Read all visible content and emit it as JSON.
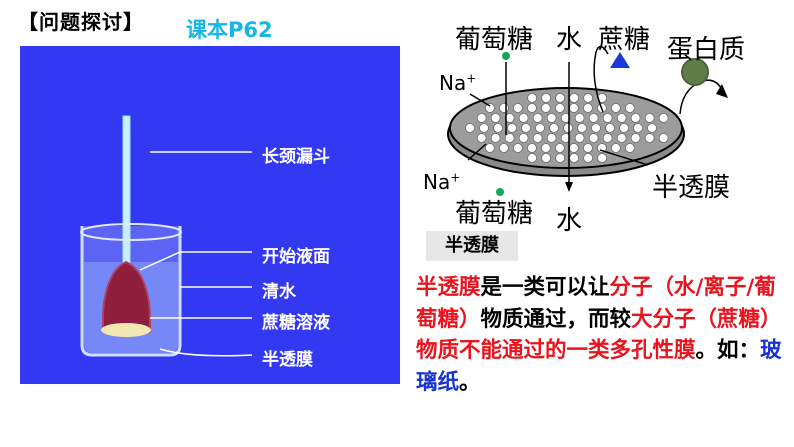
{
  "header": {
    "topic_tag": "【问题探讨】",
    "textbook_ref": "课本P62"
  },
  "experiment": {
    "labels": {
      "funnel": "长颈漏斗",
      "initial_level": "开始液面",
      "water": "清水",
      "sucrose_solution": "蔗糖溶液",
      "membrane": "半透膜"
    }
  },
  "membrane_diagram": {
    "top_glucose": "葡萄糖",
    "top_water": "水",
    "sucrose": "蔗糖",
    "protein": "蛋白质",
    "na_top": "Na",
    "na_bottom": "Na",
    "na_charge": "+",
    "membrane_label": "半透膜",
    "bottom_glucose": "葡萄糖",
    "bottom_water": "水"
  },
  "definition": {
    "tag": "半透膜",
    "term": "半透膜",
    "text_1": "是一类可以让",
    "highlight_1": "分子（水/离子/葡萄糖）",
    "text_2": "物质通过，而较",
    "highlight_2": "大分子（蔗糖）物质不能通过的一类多孔性膜",
    "text_3": "。如：",
    "example": "玻璃纸",
    "text_4": "。"
  },
  "colors": {
    "panel_bg": "#3338f2",
    "highlight_red": "#e8141e",
    "example_blue": "#1932d0",
    "ref_cyan": "#16b6e6"
  }
}
